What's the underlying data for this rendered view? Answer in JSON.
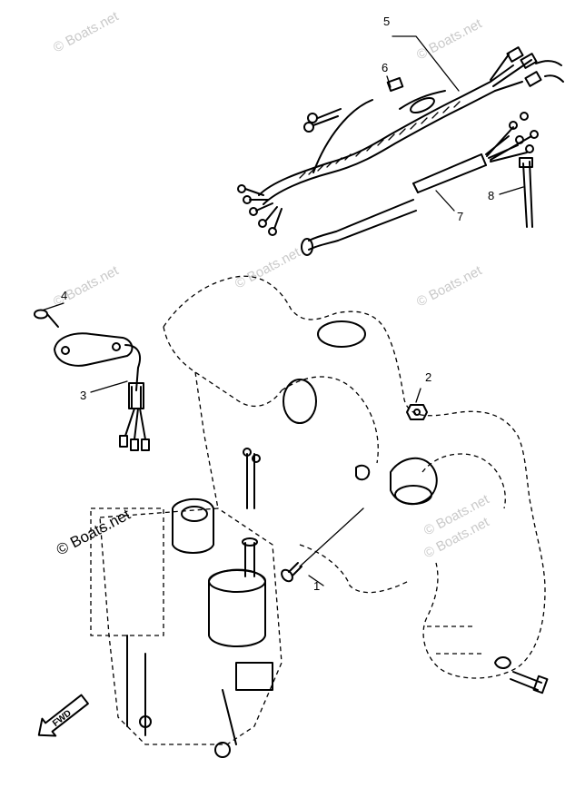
{
  "callouts": {
    "c1": "1",
    "c2": "2",
    "c3": "3",
    "c4": "4",
    "c5": "5",
    "c6": "6",
    "c7": "7",
    "c8": "8"
  },
  "watermarks": {
    "top_left": "© Boats.net",
    "top_right": "© Boats.net",
    "mid_right": "© Boats.net",
    "mid_right_2": "© Boats.net",
    "upper_mid": "© Boats.net",
    "left_middle": "© Boats.net",
    "lower_right": "© Boats.net",
    "main": "© Boats.net"
  },
  "direction_marker": "FWD"
}
